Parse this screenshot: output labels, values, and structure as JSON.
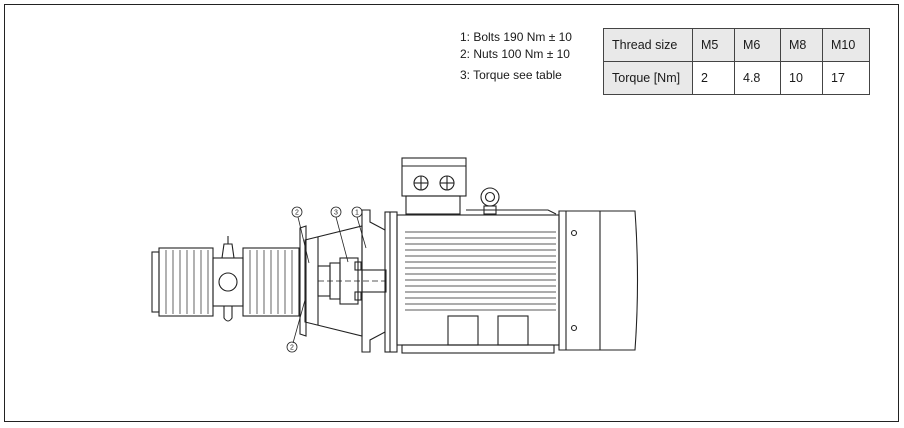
{
  "notes": [
    "1: Bolts 190 Nm ± 10",
    "2: Nuts 100 Nm ± 10",
    "3: Torque see table"
  ],
  "torque_table": {
    "header": [
      "Thread size",
      "M5",
      "M6",
      "M8",
      "M10"
    ],
    "row": [
      "Torque [Nm]",
      "2",
      "4.8",
      "10",
      "17"
    ]
  },
  "callouts": [
    "2",
    "3",
    "1",
    "2"
  ],
  "colors": {
    "line": "#222222",
    "table_header_bg": "#e9e9e9"
  }
}
